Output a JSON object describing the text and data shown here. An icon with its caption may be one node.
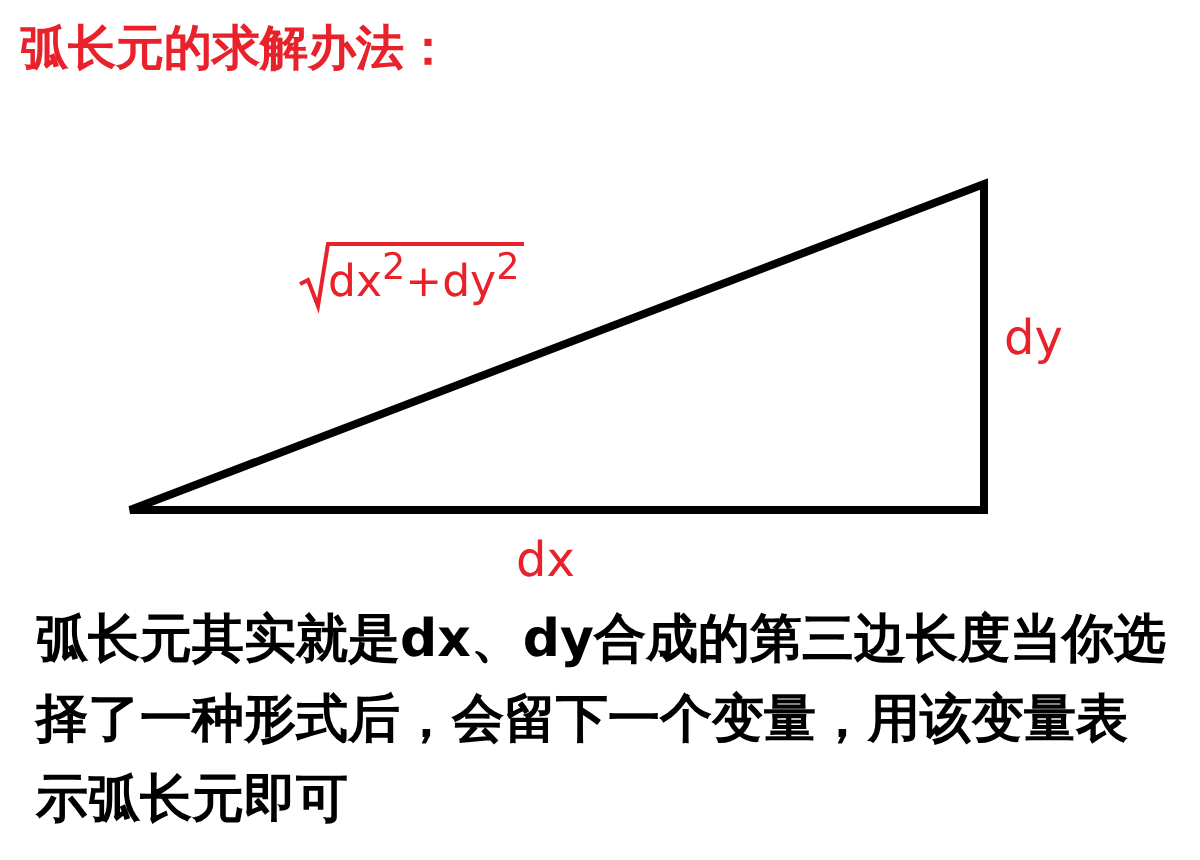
{
  "diagram": {
    "title": "弧长元的求解办法：",
    "labels": [
      "dx$^{2}$+dy$^{2}$",
      "dy",
      "dx"
    ],
    "caption": "弧长元其实就是dx、dy合成的第三边长度当你选择了一种形式后，会留下一个变量，用该变量表示弧长元即可"
  }
}
